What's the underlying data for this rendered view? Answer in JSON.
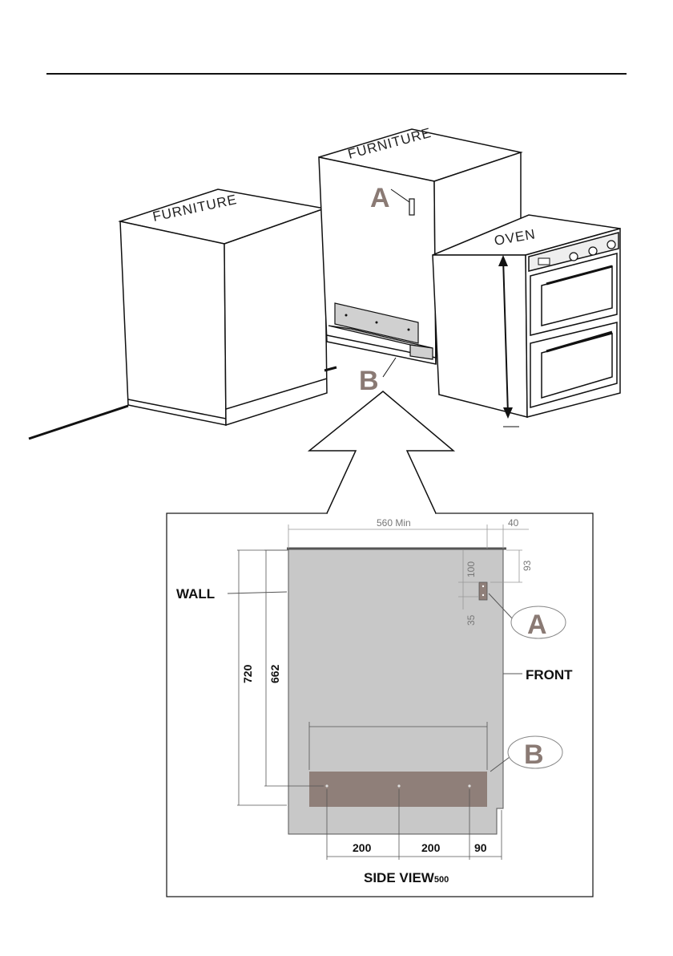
{
  "isometric": {
    "furniture_left": "FURNITURE",
    "furniture_middle": "FURNITURE",
    "oven": "OVEN",
    "bracket_a": "A",
    "bracket_b": "B"
  },
  "side_view": {
    "wall": "WALL",
    "front": "FRONT",
    "title": "SIDE VIEW",
    "title_sub": "500",
    "callout_a": "A",
    "callout_b": "B",
    "dims": {
      "width_min": "560  Min",
      "offset_40": "40",
      "height_93": "93",
      "height_100": "100",
      "height_35": "35",
      "height_720": "720",
      "height_662": "662",
      "spacing_1": "200",
      "spacing_2": "200",
      "spacing_3": "90"
    }
  },
  "colors": {
    "panel": "#c8c8c8",
    "bracket": "#8f7f79",
    "callout_letter": "#8a7a74"
  }
}
